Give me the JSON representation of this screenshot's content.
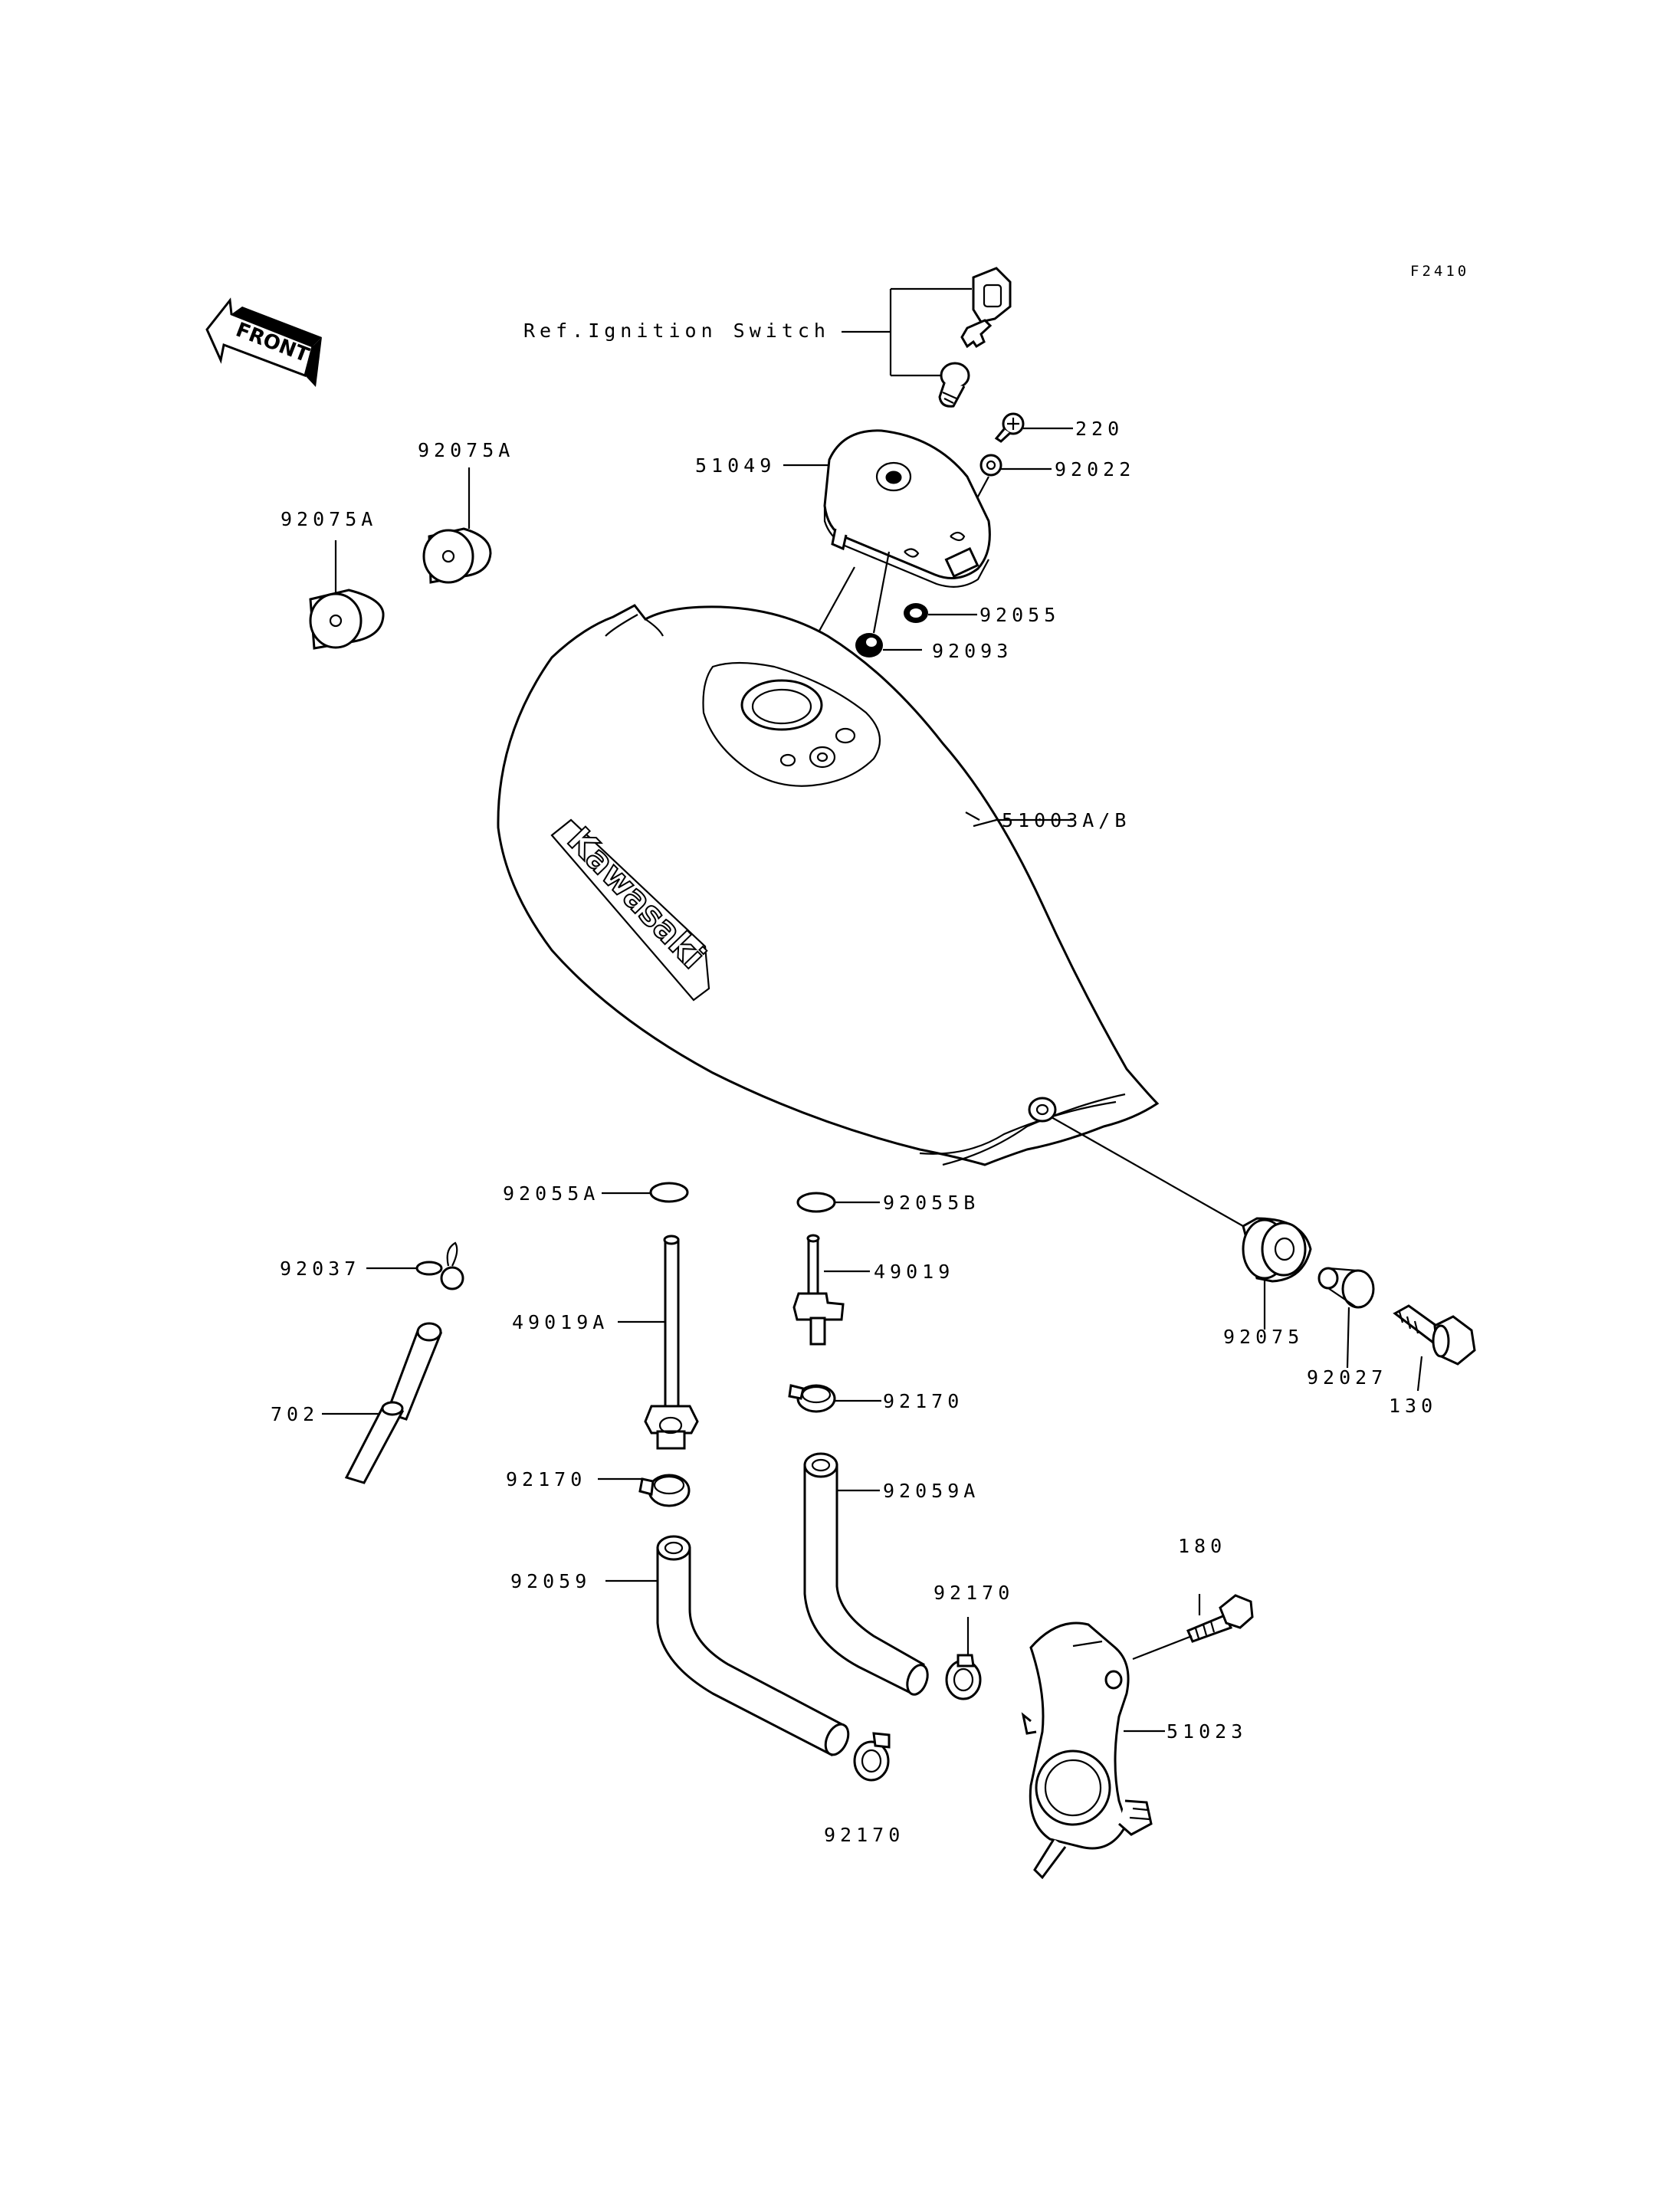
{
  "figure_code": "F2410",
  "front_label": "FRONT",
  "tank_logo": "Kawasaki",
  "reference": "Ref.Ignition Switch",
  "parts": {
    "p220": "220",
    "p92022": "92022",
    "p51049": "51049",
    "p92075A_1": "92075A",
    "p92075A_2": "92075A",
    "p92055": "92055",
    "p92093": "92093",
    "p51003": "51003A/B",
    "p92055A": "92055A",
    "p92055B": "92055B",
    "p92037": "92037",
    "p49019A": "49019A",
    "p49019": "49019",
    "p92075": "92075",
    "p92027": "92027",
    "p130": "130",
    "p702": "702",
    "p92170_1": "92170",
    "p92170_2": "92170",
    "p92170_3": "92170",
    "p92170_4": "92170",
    "p92059A": "92059A",
    "p92059": "92059",
    "p180": "180",
    "p51023": "51023"
  }
}
